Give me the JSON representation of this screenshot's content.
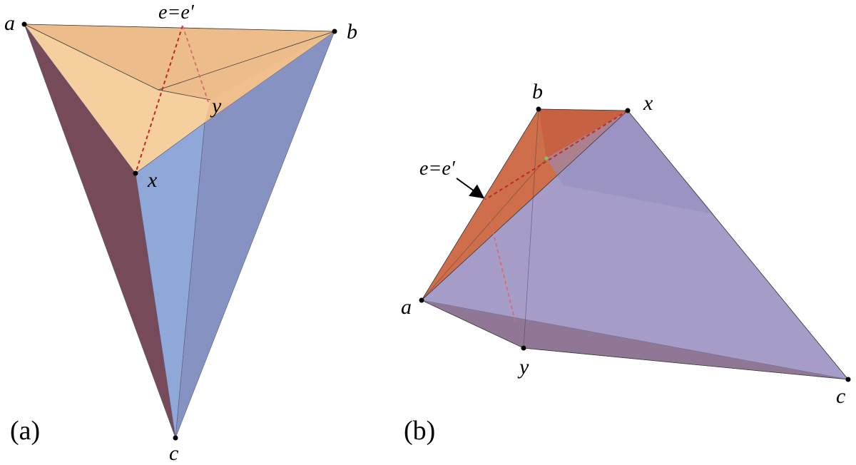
{
  "figure": {
    "panel_a": {
      "panel_label": "(a)",
      "vertex_labels": {
        "a": "a",
        "b": "b",
        "c": "c",
        "x": "x",
        "y": "y"
      },
      "edge_label": "e=e′"
    },
    "panel_b": {
      "panel_label": "(b)",
      "vertex_labels": {
        "a": "a",
        "b": "b",
        "c": "c",
        "x": "x",
        "y": "y"
      },
      "edge_label": "e=e′"
    },
    "colors": {
      "peach": "#f6cf9e",
      "peach_dark": "#e8b583",
      "blue": "#8fa8d8",
      "blue_dark": "#8592c2",
      "maroon": "#774a5a",
      "orange": "#cf6e4a",
      "lavender": "#a59dc8",
      "red_dash": "#c0282c"
    }
  }
}
